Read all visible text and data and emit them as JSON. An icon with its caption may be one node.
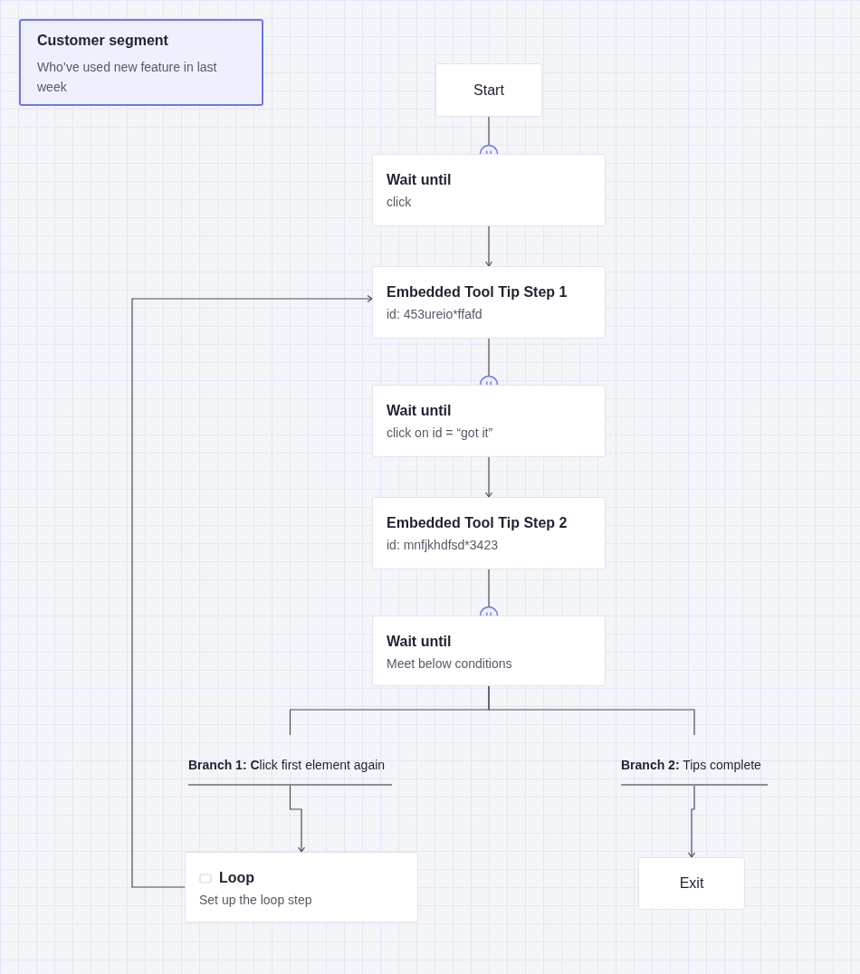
{
  "diagram": {
    "nodes": [
      {
        "text": [
          "Customer segment",
          "Who’ve used new feature in last week"
        ]
      },
      {
        "text": [
          "Start"
        ]
      },
      {
        "text": [
          "Wait until",
          "click"
        ]
      },
      {
        "text": [
          "Embedded Tool Tip Step 1",
          "id: 453ureio*ffafd"
        ]
      },
      {
        "text": [
          "Wait until",
          "click on id = “got it”"
        ]
      },
      {
        "text": [
          "Embedded Tool Tip Step 2",
          "id: mnfjkhdfsd*3423"
        ]
      },
      {
        "text": [
          "Wait until",
          "Meet below conditions"
        ]
      },
      {
        "text": [
          "**Branch 1: C**lick first element again"
        ]
      },
      {
        "text": [
          "**Branch 2:** Tips complete"
        ]
      },
      {
        "text": [
          "Loop",
          "Set up the loop step"
        ]
      },
      {
        "text": [
          "Exit"
        ]
      }
    ],
    "edges": [
      {
        "from": 1,
        "to": 2,
        "arrow": "other"
      },
      {
        "from": 2,
        "to": 3,
        "arrow": "to"
      },
      {
        "from": 3,
        "to": 4,
        "arrow": "other"
      },
      {
        "from": 4,
        "to": 5,
        "arrow": "to"
      },
      {
        "from": 5,
        "to": 6,
        "arrow": "other"
      },
      {
        "from": 6,
        "to": 7,
        "arrow": "none"
      },
      {
        "from": 6,
        "to": 8,
        "arrow": "none"
      },
      {
        "from": 7,
        "to": 9,
        "arrow": "to"
      },
      {
        "from": 8,
        "to": 10,
        "arrow": "to"
      },
      {
        "from": 9,
        "to": 3,
        "arrow": "to"
      }
    ]
  }
}
